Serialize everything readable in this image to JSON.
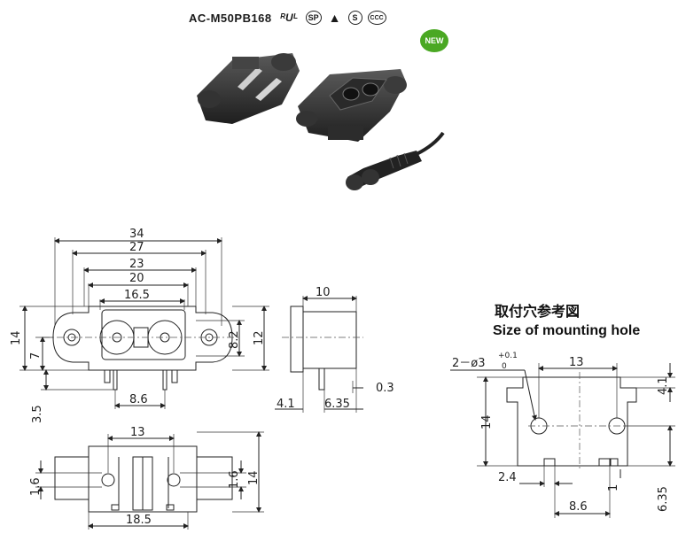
{
  "header": {
    "model": "AC-M50PB168",
    "certifications": [
      {
        "icon": "ul-recognized-icon",
        "text": "ᴿUᴸ"
      },
      {
        "icon": "csa-icon",
        "text": "SP"
      },
      {
        "icon": "vde-icon",
        "text": "▲"
      },
      {
        "icon": "s-mark-icon",
        "text": "S"
      },
      {
        "icon": "ccc-icon",
        "text": "CCC"
      }
    ],
    "badge": "NEW",
    "badge_color": "#4aa823"
  },
  "front_view": {
    "width_total": "34",
    "width_27": "27",
    "width_23": "23",
    "width_20": "20",
    "width_16_5": "16.5",
    "pin_pitch": "8.6",
    "height_14": "14",
    "height_7": "7",
    "height_8_2": "8.2",
    "height_12": "12",
    "pin_depth": "3.5"
  },
  "side_view": {
    "depth": "10",
    "gap": "0.3",
    "offset": "4.1",
    "pin_offset": "6.35"
  },
  "bottom_view": {
    "width_13": "13",
    "width_18_5": "18.5",
    "left_1_6": "1.6",
    "right_1_6": "1.6",
    "height_14": "14"
  },
  "mounting_hole": {
    "title_cn": "取付穴参考図",
    "title_en": "Size of mounting hole",
    "hole_spec": "2－ø3",
    "tol_upper": "+0.1",
    "tol_lower": "0",
    "width_13": "13",
    "top_4_1": "4.1",
    "height_14": "14",
    "slot_2_4": "2.4",
    "slot_1": "1",
    "pitch_8_6": "8.6",
    "pin_6_35": "6.35"
  }
}
